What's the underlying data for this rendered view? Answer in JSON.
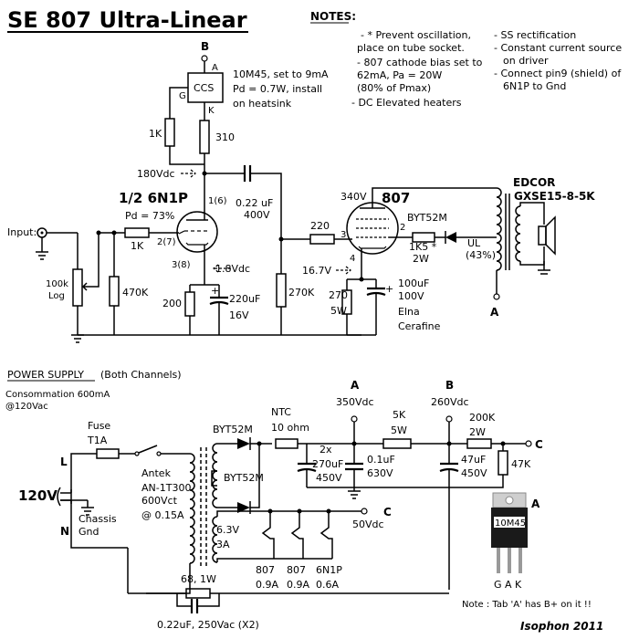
{
  "title": "SE 807 Ultra-Linear",
  "notes": {
    "heading": "NOTES:",
    "col1": [
      "- * Prevent oscillation,",
      "place on tube socket.",
      "- 807 cathode bias set to",
      "62mA, Pa = 20W",
      "(80% of Pmax)",
      "- DC Elevated heaters"
    ],
    "col2": [
      "- SS rectification",
      "- Constant current source",
      "on driver",
      "- Connect pin9 (shield) of",
      "6N1P to Gnd"
    ]
  },
  "amp": {
    "node_b": "B",
    "ccs_label": "CCS",
    "ccs_pins": {
      "a": "A",
      "g": "G",
      "k": "K"
    },
    "ccs_note": [
      "10M45, set to 9mA",
      "Pd = 0.7W, install",
      "on heatsink"
    ],
    "r_1k_top": "1K",
    "r_310": "310",
    "v_180": "180Vdc",
    "coupling_cap": [
      "0.22 uF",
      "400V"
    ],
    "driver_tube": "1/2 6N1P",
    "driver_pd": "Pd = 73%",
    "pin_1_6": "1(6)",
    "pin_2_7": "2(7)",
    "pin_3_8": "3(8)",
    "v_1_8": "1.8Vdc",
    "input_label": "Input:",
    "r_grid_1k": "1K",
    "pot": [
      "100k",
      "Log"
    ],
    "r_470k": "470K",
    "r_200": "200",
    "c_220uf": [
      "220uF",
      "16V"
    ],
    "r_270k": "270K",
    "r_220": "220",
    "v_16_7": "16.7V",
    "v_340": "340V",
    "out_tube": "807",
    "pin_3": "3",
    "pin_2": "2",
    "pin_4": "4",
    "r_270": [
      "270",
      "5W"
    ],
    "c_100uf": [
      "100uF",
      "100V",
      "Elna",
      "Cerafine"
    ],
    "zener": "BYT52M",
    "r_1k5": [
      "1K5 *",
      "2W"
    ],
    "ul": [
      "UL",
      "(43%)"
    ],
    "transformer": [
      "EDCOR",
      "GXSE15-8-5K"
    ],
    "node_a": "A"
  },
  "psu": {
    "heading": "POWER SUPPLY",
    "heading_note": "(Both Channels)",
    "consumption": [
      "Consommation 600mA",
      "@120Vac"
    ],
    "fuse": [
      "Fuse",
      "T1A"
    ],
    "mains_l": "L",
    "mains_n": "N",
    "mains_v": "120V",
    "chassis": [
      "Chassis",
      "Gnd"
    ],
    "xfmr": [
      "Antek",
      "AN-1T300",
      "600Vct",
      "@ 0.15A"
    ],
    "diode_1": "BYT52M",
    "diode_2": "BYT52M",
    "ntc": [
      "NTC",
      "10 ohm"
    ],
    "node_a": "A",
    "v_350": "350Vdc",
    "c_270uf": [
      "2x",
      "270uF",
      "450V"
    ],
    "c_0_1uf": [
      "0.1uF",
      "630V"
    ],
    "r_5k": [
      "5K",
      "5W"
    ],
    "node_b": "B",
    "v_260": "260Vdc",
    "r_200k": [
      "200K",
      "2W"
    ],
    "c_47uf": [
      "47uF",
      "450V"
    ],
    "r_47k": "47K",
    "node_c": "C",
    "node_c2": "C",
    "v_50": "50Vdc",
    "heater": [
      "6.3V",
      "3A"
    ],
    "heater_loads": [
      [
        "807",
        "0.9A"
      ],
      [
        "807",
        "0.9A"
      ],
      [
        "6N1P",
        "0.6A"
      ]
    ],
    "r_68": "68, 1W",
    "caps_x2": "0.22uF, 250Vac (X2)",
    "ic_label": "10M45",
    "ic_tab": "A",
    "ic_pins": "G A K",
    "note": "Note : Tab 'A' has B+ on it !!",
    "signature": "Isophon 2011"
  }
}
